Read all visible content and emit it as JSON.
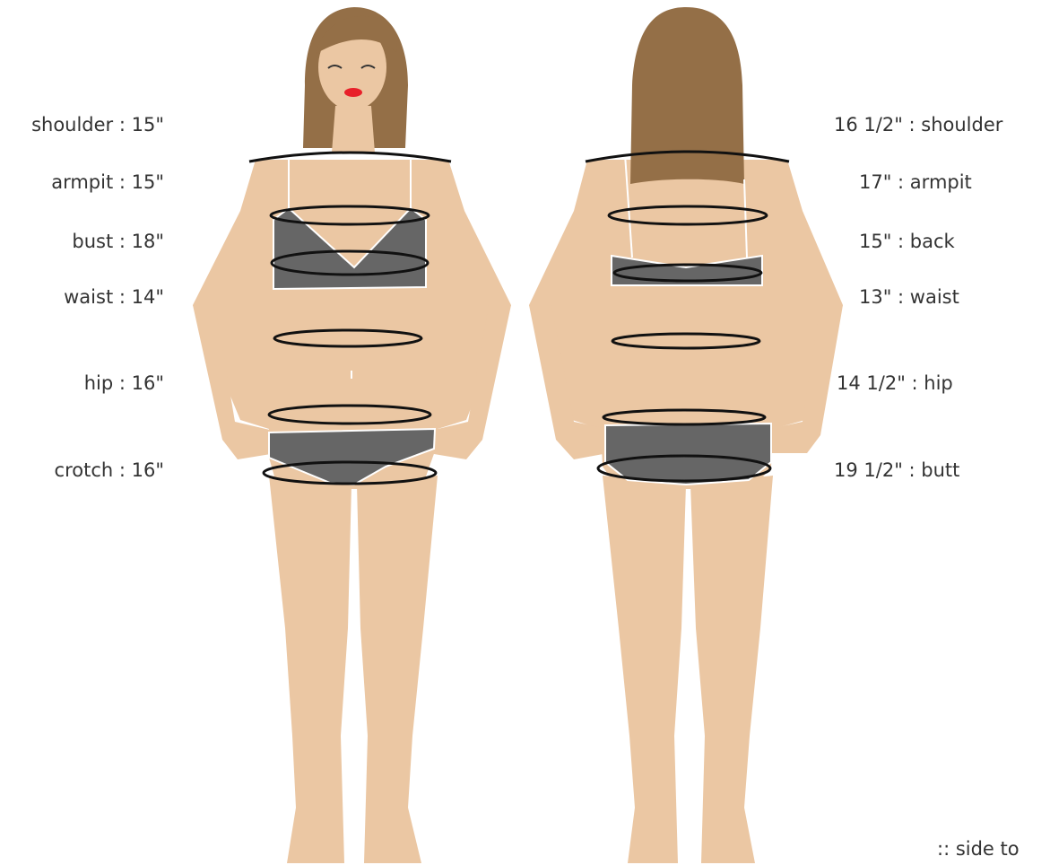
{
  "front": {
    "labels": [
      "shoulder : 15\"",
      "armpit : 15\"",
      "bust : 18\"",
      "waist : 14\"",
      "hip : 16\"",
      "crotch : 16\""
    ]
  },
  "back": {
    "labels": [
      "16 1/2\" : shoulder",
      "17\" : armpit",
      "15\" : back",
      "13\" : waist",
      "14 1/2\" : hip",
      "19 1/2\" : butt"
    ]
  },
  "footer_note": ":: side to",
  "colors": {
    "skin": "#EBC7A3",
    "hair": "#946F47",
    "garment": "#666666",
    "measure_line": "#111111",
    "lips": "#E8202A"
  }
}
